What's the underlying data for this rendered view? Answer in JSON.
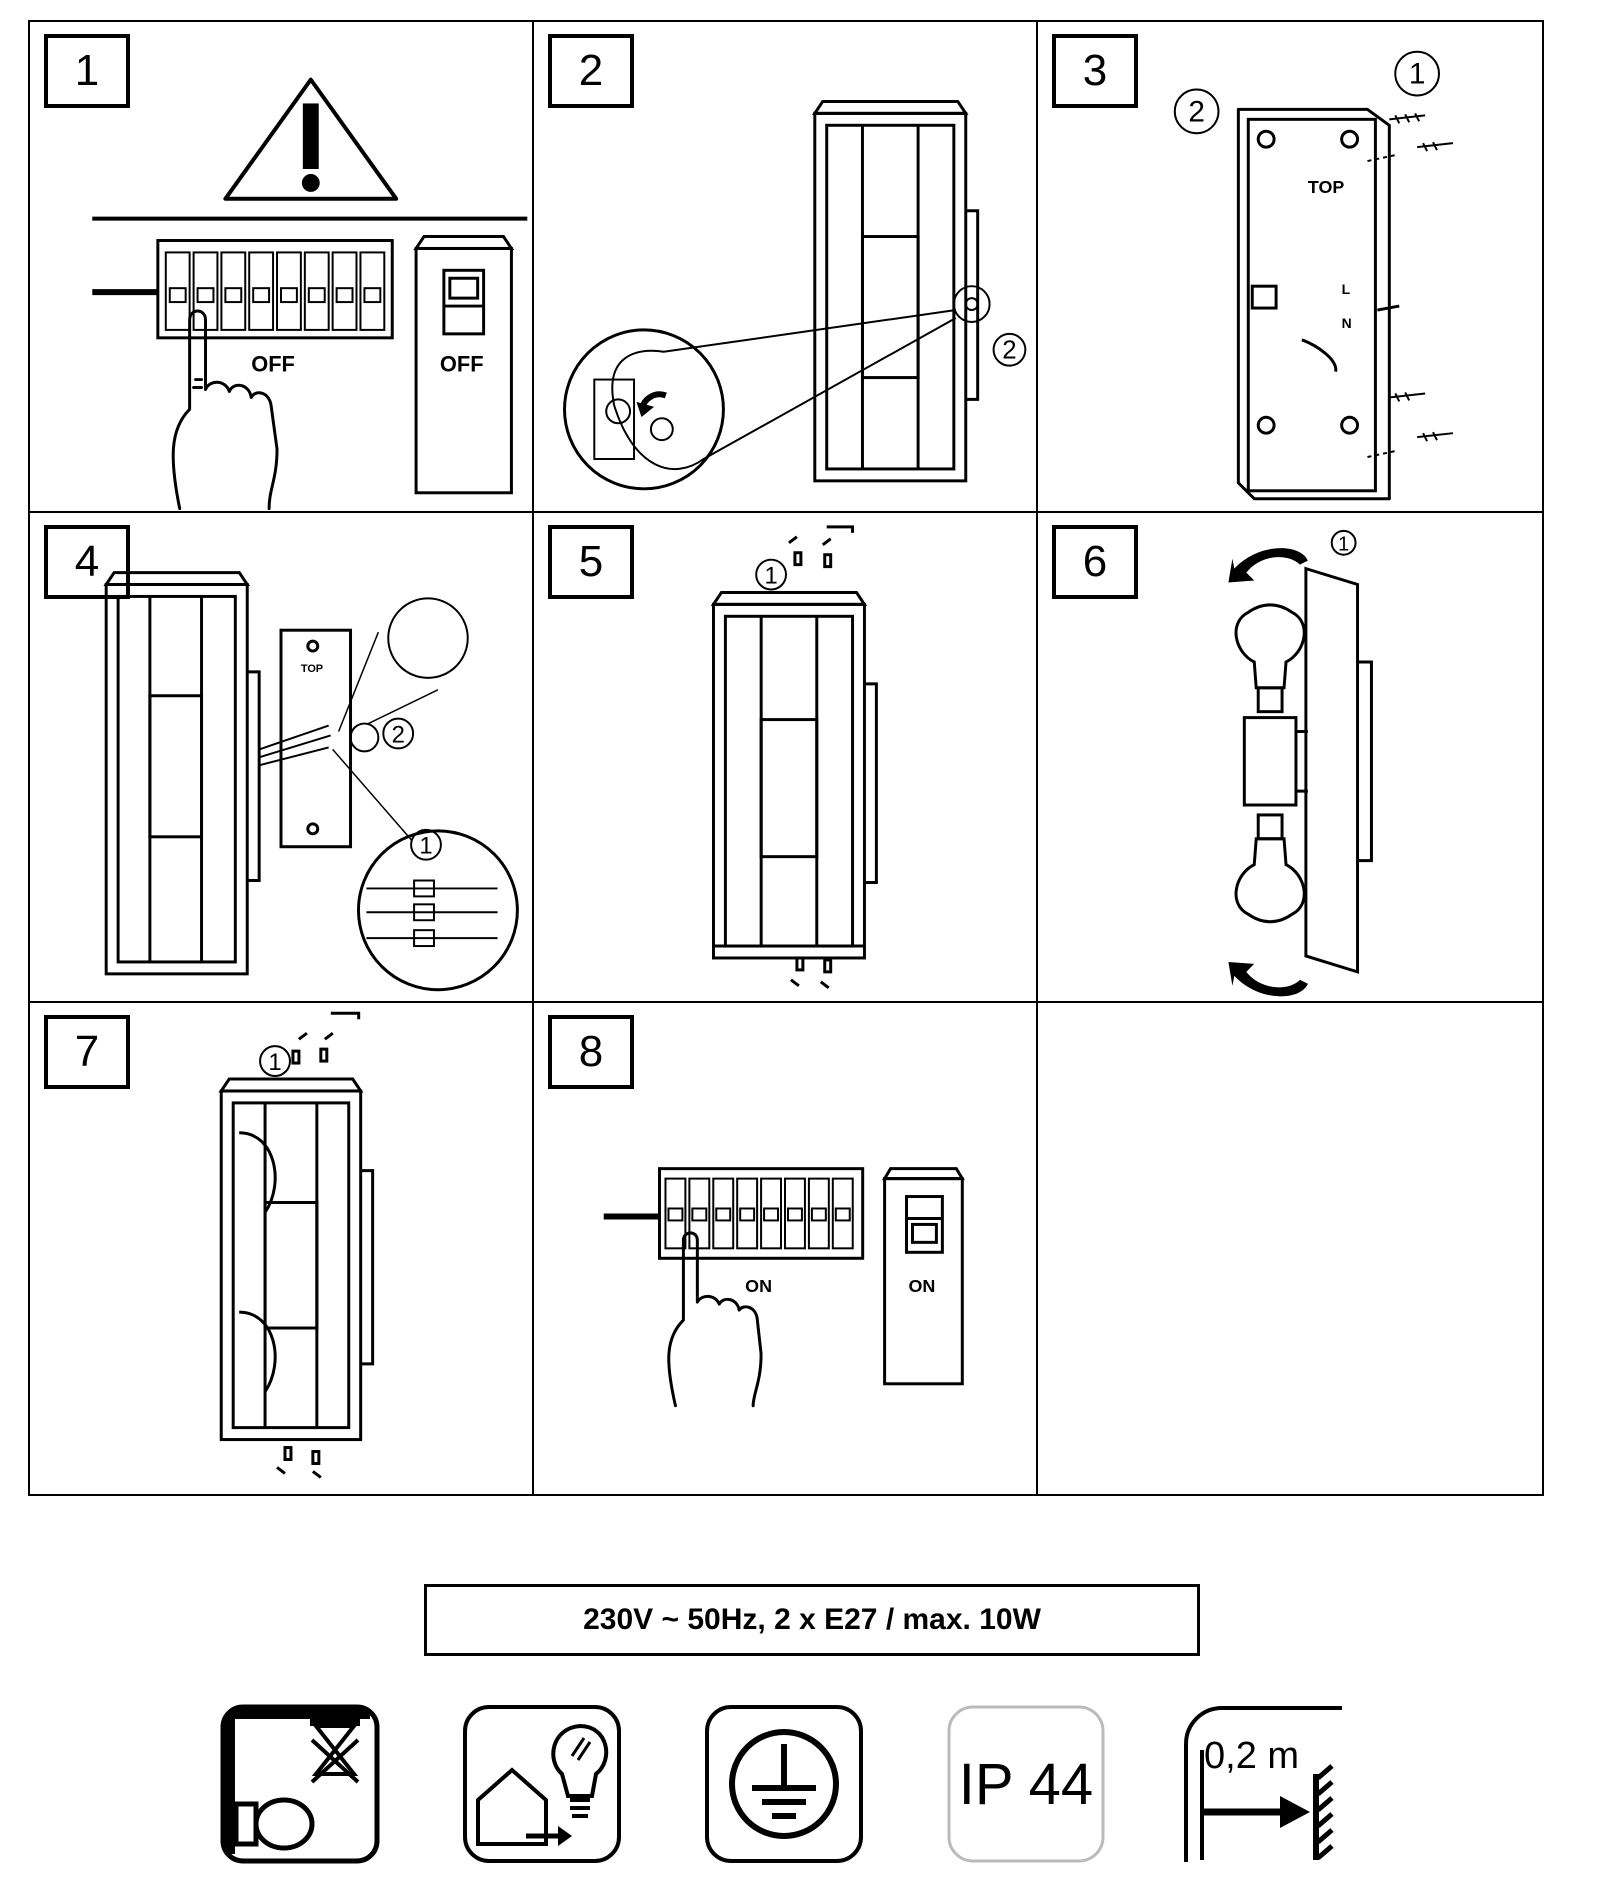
{
  "steps": [
    {
      "number": "1",
      "labels": {
        "breaker": "OFF",
        "switch": "OFF"
      }
    },
    {
      "number": "2",
      "labels": {
        "callout": "2"
      }
    },
    {
      "number": "3",
      "labels": {
        "screws": "1",
        "plate": "2",
        "top": "TOP",
        "l": "L",
        "n": "N"
      }
    },
    {
      "number": "4",
      "labels": {
        "top": "TOP",
        "callout_screw": "2",
        "callout_wires": "1"
      }
    },
    {
      "number": "5",
      "labels": {
        "callout": "1"
      }
    },
    {
      "number": "6",
      "labels": {
        "callout": "1"
      }
    },
    {
      "number": "7",
      "labels": {
        "callout": "1"
      }
    },
    {
      "number": "8",
      "labels": {
        "breaker": "ON",
        "switch": "ON"
      }
    }
  ],
  "spec_text": "230V ~ 50Hz, 2 x E27 / max. 10W",
  "symbols": [
    {
      "name": "not-for-ceiling-mounting-icon",
      "text": ""
    },
    {
      "name": "outdoor-use-icon",
      "text": ""
    },
    {
      "name": "protective-earth-icon",
      "text": ""
    },
    {
      "name": "ip-rating-icon",
      "text": "IP 44"
    },
    {
      "name": "minimum-distance-icon",
      "text": "0,2 m"
    }
  ]
}
